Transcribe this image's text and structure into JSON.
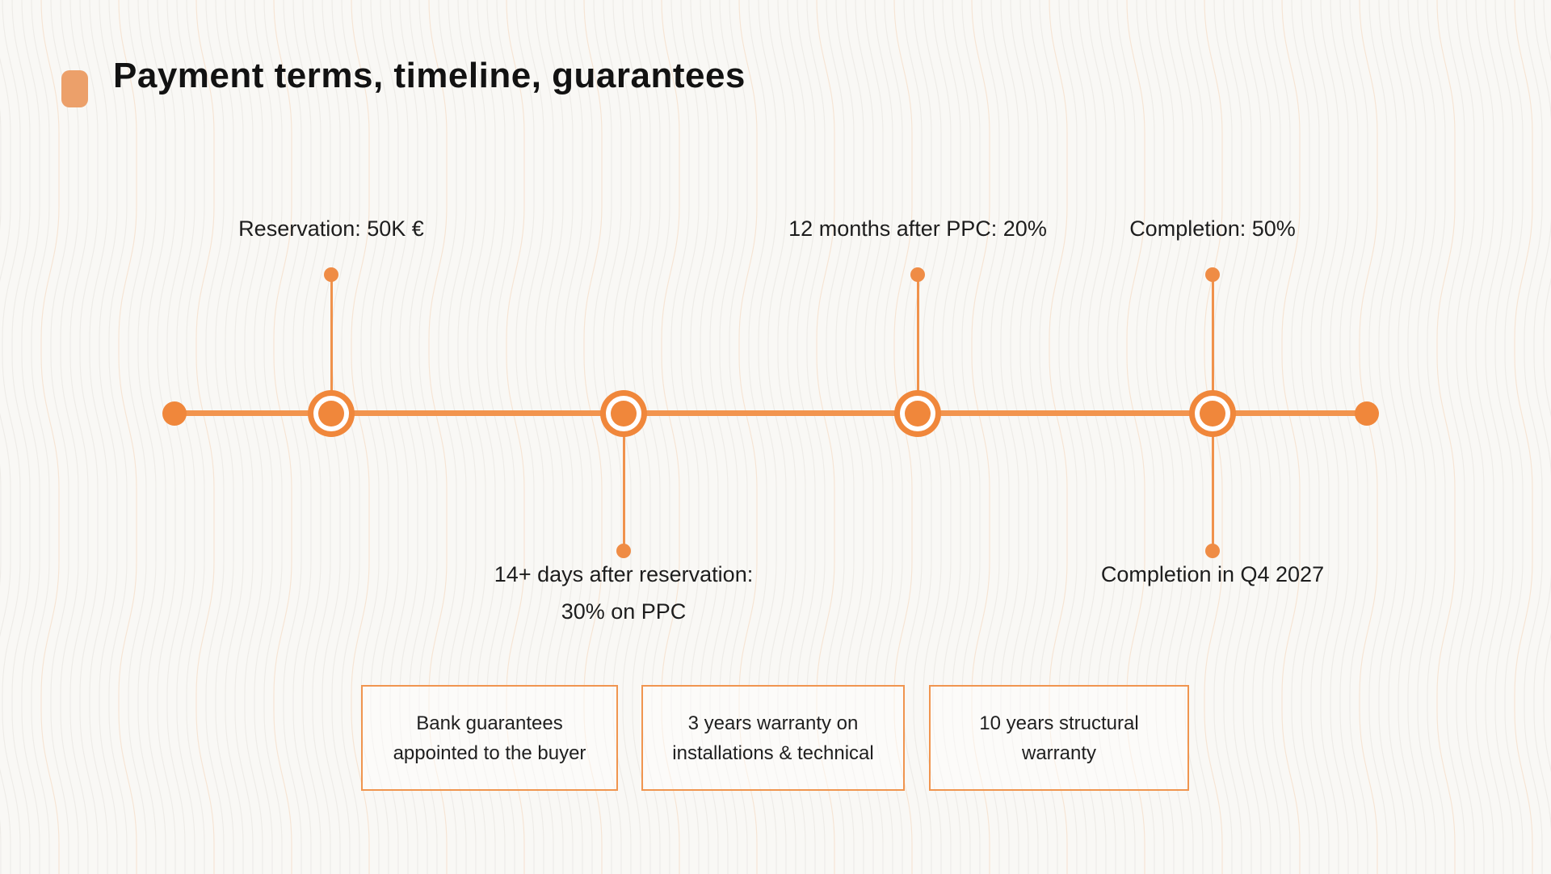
{
  "title": "Payment terms, timeline, guarantees",
  "colors": {
    "timeline_orange": "#F2944E",
    "node_orange": "#F0873B",
    "title_bullet_orange": "#ECA06A",
    "box_border_orange": "#F0954F",
    "background": "#F9F8F5"
  },
  "timeline": {
    "nodes": [
      {
        "top_label": "Reservation: 50K €"
      },
      {
        "bottom_label_line1": "14+ days after reservation:",
        "bottom_label_line2": "30% on PPC"
      },
      {
        "top_label": "12 months after PPC: 20%"
      },
      {
        "top_label": "Completion: 50%",
        "bottom_label_line1": "Completion in Q4 2027"
      }
    ]
  },
  "guarantee_boxes": [
    {
      "text": "Bank guarantees appointed to the buyer"
    },
    {
      "text": "3 years warranty on installations & technical"
    },
    {
      "text": "10 years structural warranty"
    }
  ]
}
